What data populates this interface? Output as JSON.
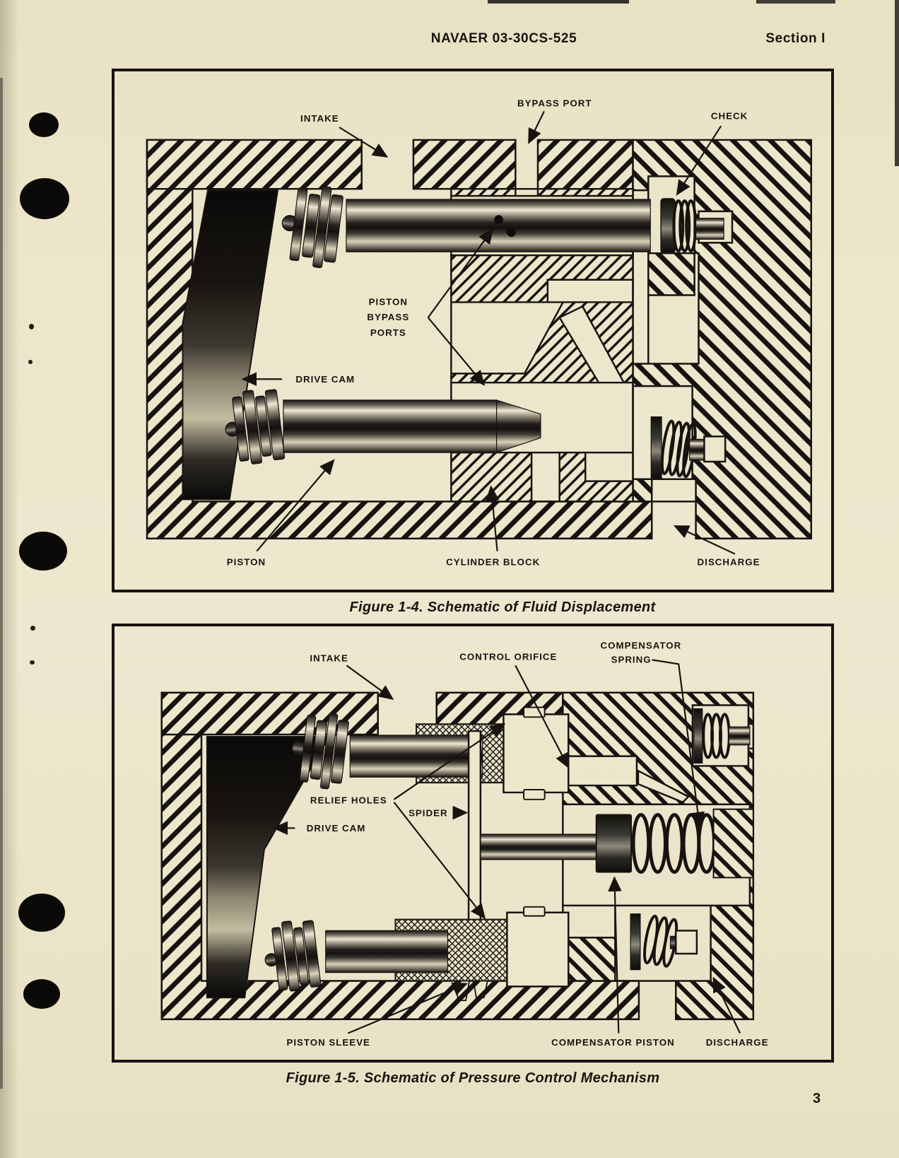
{
  "colors": {
    "paper": "#ece6cb",
    "ink": "#171310"
  },
  "header": {
    "doc_number": "NAVAER 03-30CS-525",
    "section": "Section I"
  },
  "figure_1_4": {
    "caption": "Figure 1-4.  Schematic of Fluid Displacement",
    "labels": {
      "intake": "INTAKE",
      "bypass_port": "BYPASS PORT",
      "check": "CHECK",
      "piston_bypass_line1": "PISTON",
      "piston_bypass_line2": "BYPASS",
      "piston_bypass_line3": "PORTS",
      "drive_cam": "DRIVE CAM",
      "piston": "PISTON",
      "cylinder_block": "CYLINDER BLOCK",
      "discharge": "DISCHARGE"
    }
  },
  "figure_1_5": {
    "caption": "Figure 1-5.  Schematic of Pressure Control Mechanism",
    "labels": {
      "intake": "INTAKE",
      "control_orifice": "CONTROL ORIFICE",
      "compensator_spring_line1": "COMPENSATOR",
      "compensator_spring_line2": "SPRING",
      "relief_holes": "RELIEF HOLES",
      "spider": "SPIDER",
      "drive_cam": "DRIVE CAM",
      "piston_sleeve": "PISTON SLEEVE",
      "compensator_piston": "COMPENSATOR PISTON",
      "discharge": "DISCHARGE"
    }
  },
  "page_number": "3"
}
